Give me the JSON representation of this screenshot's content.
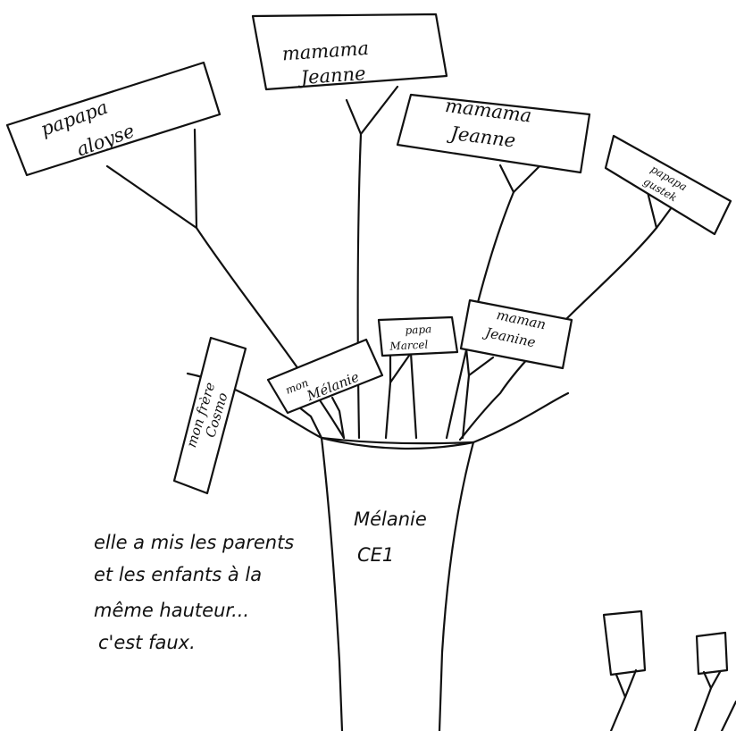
{
  "boxes": {
    "papapa_aloyse": {
      "line1": "papapa",
      "line2": "aloyse"
    },
    "mamama_top": {
      "line1": "mamama",
      "line2": "Jeanne"
    },
    "mamama_mid": {
      "line1": "mamama",
      "line2": "Jeanne"
    },
    "papapa_right": {
      "line1": "papapa",
      "line2": "gustek"
    },
    "frere": {
      "line1": "mon frère",
      "line2": "Cosmo"
    },
    "soeur": {
      "line1": "mon",
      "line2": "Mélanie"
    },
    "papa": {
      "line1": "papa",
      "line2": "Marcel"
    },
    "maman": {
      "line1": "maman",
      "line2": "Jeanine"
    }
  },
  "trunk": {
    "name": "Mélanie",
    "grade": "CE1"
  },
  "comment": [
    "elle a mis les parents",
    "et les enfants à la",
    "même hauteur...",
    "c'est faux."
  ]
}
